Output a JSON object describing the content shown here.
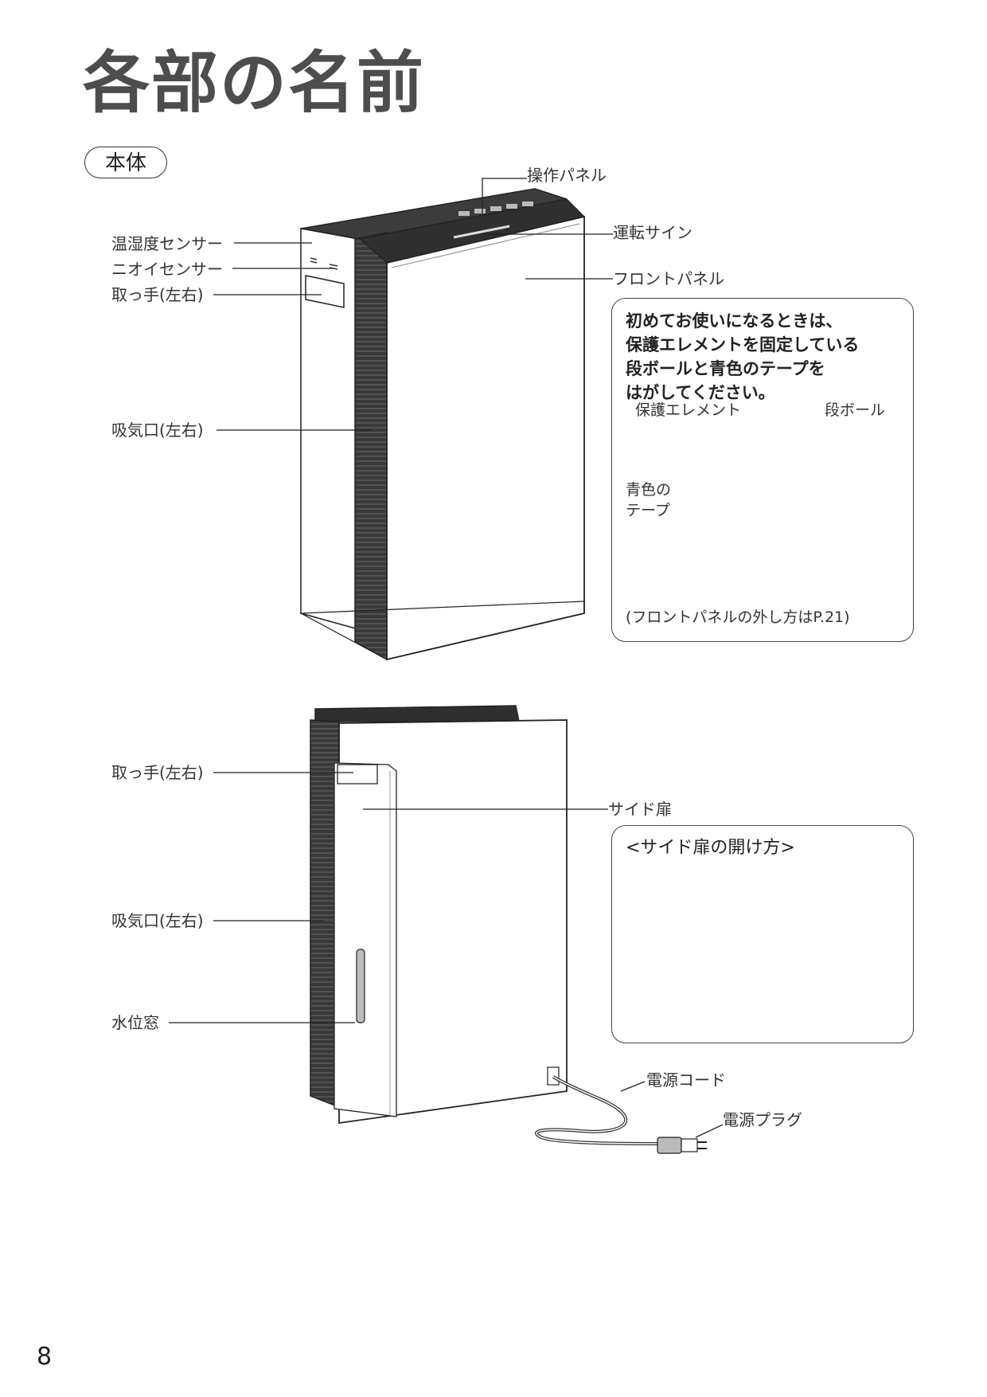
{
  "page": {
    "title": "各部の名前",
    "section": "本体",
    "page_number": "8"
  },
  "front_labels": {
    "control_panel": "操作パネル",
    "operation_sign": "運転サイン",
    "front_panel": "フロントパネル",
    "temp_humidity_sensor": "温湿度センサー",
    "odor_sensor": "ニオイセンサー",
    "handle": "取っ手(左右)",
    "air_intake": "吸気口(左右)"
  },
  "first_use_note": {
    "lines": [
      "初めてお使いになるときは、",
      "保護エレメントを固定している",
      "段ボールと青色のテープを",
      "はがしてください。"
    ],
    "protective_element": "保護エレメント",
    "cardboard": "段ボール",
    "blue_tape_line1": "青色の",
    "blue_tape_line2": "テープ",
    "reference": "(フロントパネルの外し方はP.21)"
  },
  "back_labels": {
    "handle": "取っ手(左右)",
    "side_door": "サイド扉",
    "air_intake": "吸気口(左右)",
    "water_window": "水位窓",
    "power_cord": "電源コード",
    "power_plug": "電源プラグ"
  },
  "side_door_note": {
    "title": "<サイド扉の開け方>"
  }
}
